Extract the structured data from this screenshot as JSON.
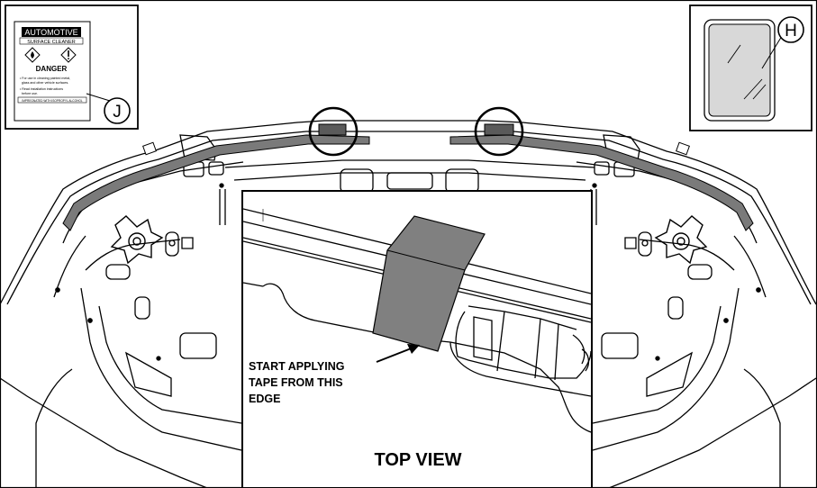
{
  "labels": {
    "detail_j": "J",
    "detail_h": "H",
    "top_view": "TOP VIEW",
    "callout_line1": "START APPLYING",
    "callout_line2": "TAPE FROM THIS",
    "callout_line3": "EDGE"
  },
  "cleaner_label": {
    "brand": "AUTOMOTIVE",
    "subtitle": "SURFACE CLEANER",
    "warning": "DANGER",
    "bullet1a": "• For use in cleaning painted metal,",
    "bullet1b": "glass and other vehicle surfaces.",
    "bullet2a": "• Read installation instructions",
    "bullet2b": "before use.",
    "footer": "IMPREGNATED WITH ISOPROPYL ALCOHOL"
  },
  "colors": {
    "line": "#000000",
    "tape": "#808080",
    "tape_dark": "#5a5a5a",
    "glass": "#d8d8d8",
    "background": "#ffffff"
  }
}
